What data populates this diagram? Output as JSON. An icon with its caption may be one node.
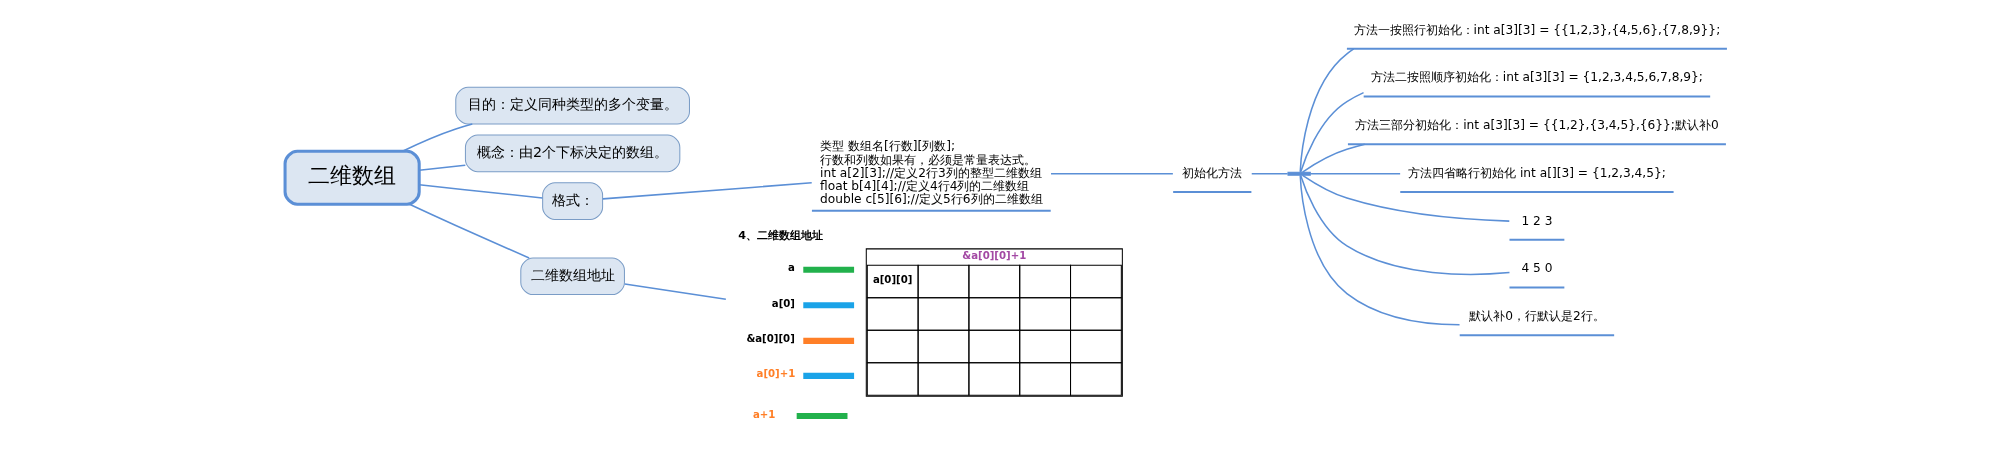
{
  "diagram": {
    "nodes": [
      {
        "text": [
          "二维数组"
        ]
      },
      {
        "text": [
          "目的：定义同种类型的多个变量。"
        ]
      },
      {
        "text": [
          "概念：由2个下标决定的数组。"
        ]
      },
      {
        "text": [
          "格式："
        ]
      },
      {
        "text": [
          "二维数组地址"
        ]
      },
      {
        "text": [
          "类型 数组名[行数][列数]; 行数和列数如果有，必须是常量表达式。 int a[2][3];//定义2行3列的整型二维数组 float b[4][4];//定义4行4列的二维数组 double c[5][6];//定义5行6列的二维数组"
        ]
      },
      {
        "text": [
          "初始化方法"
        ]
      },
      {
        "text": [],
        "shape": "bar"
      },
      {
        "text": [
          "方法一按照行初始化：int a[3][3] = {{1,2,3},{4,5,6},{7,8,9}};"
        ]
      },
      {
        "text": [
          "方法二按照顺序初始化：int a[3][3] = {1,2,3,4,5,6,7,8,9};"
        ]
      },
      {
        "text": [
          "方法三部分初始化：int a[3][3] = {{1,2},{3,4,5},{6}};默认补0"
        ]
      },
      {
        "text": [
          "方法四省略行初始化 int a[][3] = {1,2,3,4,5};"
        ]
      },
      {
        "text": [
          "1 2 3"
        ]
      },
      {
        "text": [
          "4 5 0"
        ]
      },
      {
        "text": [
          "默认补0，行默认是2行。"
        ]
      },
      {
        "text": [],
        "shape": "picture"
      }
    ],
    "edges": [
      {
        "from": 0,
        "to": 1,
        "arrow": "none"
      },
      {
        "from": 0,
        "to": 2,
        "arrow": "none"
      },
      {
        "from": 0,
        "to": 3,
        "arrow": "none"
      },
      {
        "from": 0,
        "to": 4,
        "arrow": "none"
      },
      {
        "from": 3,
        "to": 5,
        "arrow": "none"
      },
      {
        "from": 5,
        "to": 6,
        "arrow": "none"
      },
      {
        "from": 6,
        "to": 7,
        "arrow": "none"
      },
      {
        "from": 7,
        "to": 8,
        "arrow": "none"
      },
      {
        "from": 7,
        "to": 9,
        "arrow": "none"
      },
      {
        "from": 7,
        "to": 10,
        "arrow": "none"
      },
      {
        "from": 7,
        "to": 11,
        "arrow": "none"
      },
      {
        "from": 7,
        "to": 12,
        "arrow": "none"
      },
      {
        "from": 7,
        "to": 13,
        "arrow": "none"
      },
      {
        "from": 7,
        "to": 14,
        "arrow": "none"
      },
      {
        "from": 4,
        "to": 15,
        "arrow": "none"
      }
    ],
    "labels": [
      "4、二维数组地址",
      "&a[0][0]+1",
      "a",
      "a[0]",
      "a[0][0]",
      "&a[0][0]",
      "a[0]+1",
      "a+1"
    ]
  }
}
